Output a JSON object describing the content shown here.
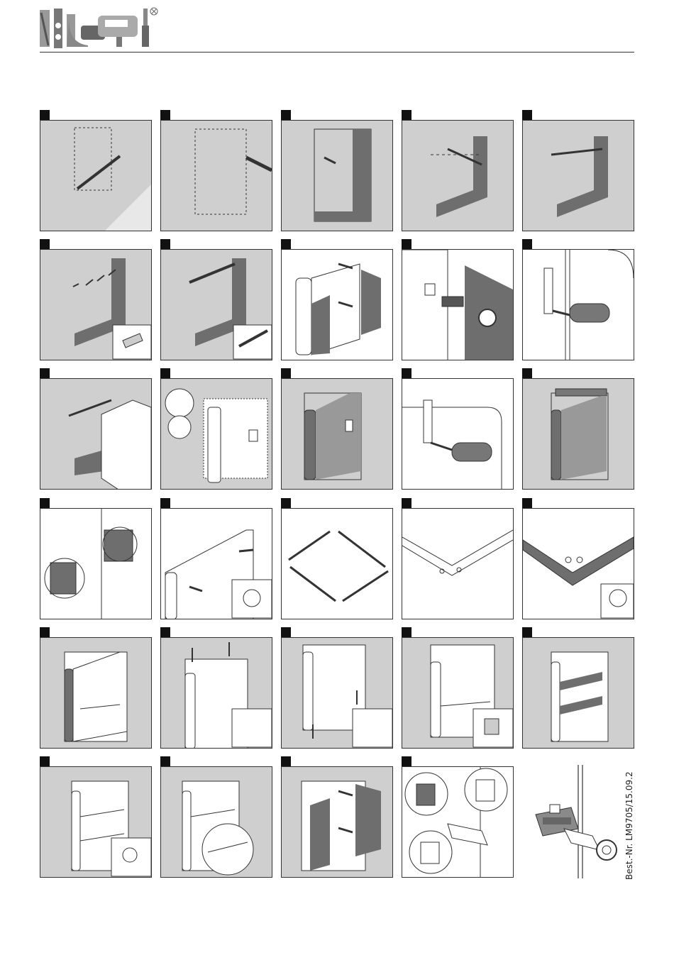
{
  "header": {
    "logo_icon": "tools-logo-icon"
  },
  "footer": {
    "order_number": "Best.-Nr. LM9705/15.09.2"
  },
  "steps": [
    {
      "kind": "wall-plate"
    },
    {
      "kind": "wall-outline"
    },
    {
      "kind": "wall-cut"
    },
    {
      "kind": "wall-marks"
    },
    {
      "kind": "wall-marks-rail"
    },
    {
      "kind": "wall-dowels"
    },
    {
      "kind": "wall-rail"
    },
    {
      "kind": "cabinet-doors"
    },
    {
      "kind": "hinge-detail"
    },
    {
      "kind": "screwdriver"
    },
    {
      "kind": "hang-cabinet"
    },
    {
      "kind": "cabinet-hooks"
    },
    {
      "kind": "cabinet-dark"
    },
    {
      "kind": "screwdriver-hook"
    },
    {
      "kind": "cabinet-rail"
    },
    {
      "kind": "caps"
    },
    {
      "kind": "plugs"
    },
    {
      "kind": "frame-pieces"
    },
    {
      "kind": "frame-corner"
    },
    {
      "kind": "frame-screws"
    },
    {
      "kind": "cabinet-frame"
    },
    {
      "kind": "screw-top"
    },
    {
      "kind": "screw-bottom"
    },
    {
      "kind": "shelf-support"
    },
    {
      "kind": "shelves"
    },
    {
      "kind": "shelf-clip"
    },
    {
      "kind": "shelf-detail"
    },
    {
      "kind": "doors-close"
    },
    {
      "kind": "hinge-adjust"
    }
  ],
  "colors": {
    "wall": "#cfcfcf",
    "dark": "#6e6e6e",
    "line": "#333333"
  }
}
